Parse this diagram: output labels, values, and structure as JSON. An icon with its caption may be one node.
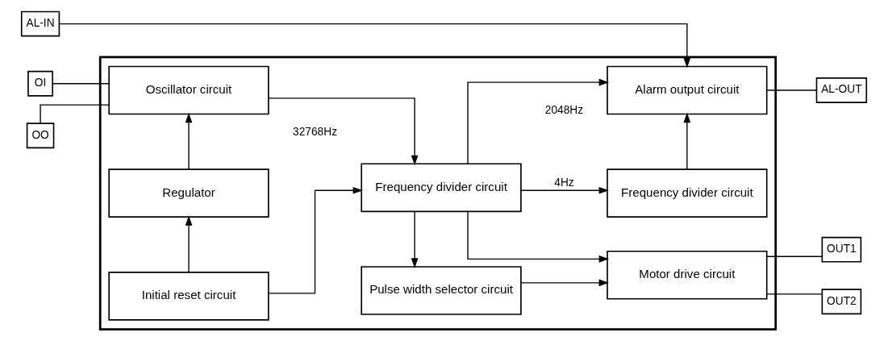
{
  "diagram": {
    "nodes": [
      {
        "text": [],
        "shape": "box"
      },
      {
        "text": [
          "OI"
        ]
      },
      {
        "text": [
          "OO"
        ]
      },
      {
        "text": [
          "AL-IN"
        ]
      },
      {
        "text": [
          "AL-OUT"
        ]
      },
      {
        "text": [
          "OUT1"
        ]
      },
      {
        "text": [
          "OUT2"
        ]
      },
      {
        "text": [
          "Oscillator circuit"
        ],
        "in": 0
      },
      {
        "text": [
          "Frequency divider circuit"
        ],
        "in": 0
      },
      {
        "text": [
          "Alarm output circuit"
        ],
        "in": 0
      },
      {
        "text": [
          "Regulator"
        ],
        "in": 0
      },
      {
        "text": [
          "Frequency divider circuit"
        ],
        "in": 0
      },
      {
        "text": [
          "Initial reset circuit"
        ],
        "in": 0
      },
      {
        "text": [
          "Pulse width selector circuit"
        ],
        "in": 0
      },
      {
        "text": [
          "Motor drive circuit"
        ],
        "in": 0
      }
    ],
    "edges": [
      {
        "from": 1,
        "to": 7,
        "arrow": "none"
      },
      {
        "from": 2,
        "to": 7,
        "arrow": "none"
      },
      {
        "from": 7,
        "to": 8,
        "arrow": "to",
        "label": "32768Hz"
      },
      {
        "from": 10,
        "to": 7,
        "arrow": "to"
      },
      {
        "from": 12,
        "to": 10,
        "arrow": "to"
      },
      {
        "from": 12,
        "to": 8,
        "arrow": "to"
      },
      {
        "from": 8,
        "to": 9,
        "arrow": "to",
        "label": "2048Hz"
      },
      {
        "from": 8,
        "to": 11,
        "arrow": "to",
        "label": "4Hz"
      },
      {
        "from": 11,
        "to": 9,
        "arrow": "to"
      },
      {
        "from": 3,
        "to": 9,
        "arrow": "to"
      },
      {
        "from": 9,
        "to": 4,
        "arrow": "none"
      },
      {
        "from": 8,
        "to": 14,
        "arrow": "to"
      },
      {
        "from": 8,
        "to": 13,
        "arrow": "to"
      },
      {
        "from": 13,
        "to": 14,
        "arrow": "to"
      },
      {
        "from": 14,
        "to": 5,
        "arrow": "none"
      },
      {
        "from": 14,
        "to": 6,
        "arrow": "none"
      }
    ]
  }
}
